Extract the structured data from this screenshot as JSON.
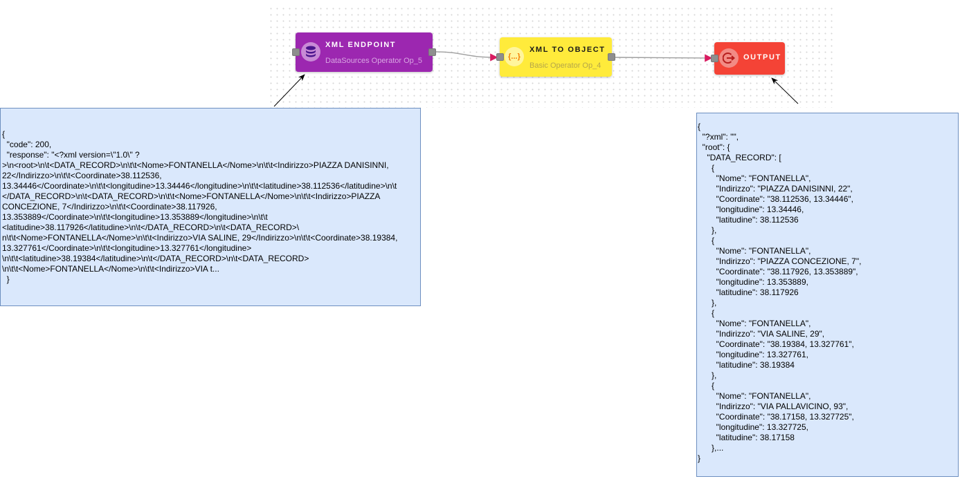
{
  "nodes": {
    "xml_endpoint": {
      "title": "XML ENDPOINT",
      "subtitle": "DataSources Operator Op_5",
      "icon": "database-icon",
      "color": "#9c27b0"
    },
    "xml_to_object": {
      "title": "XML TO OBJECT",
      "subtitle": "Basic Operator Op_4",
      "icon": "curly-braces-icon",
      "icon_text": "{...}",
      "color": "#ffeb3b"
    },
    "output": {
      "title": "OUTPUT",
      "icon": "output-exit-icon",
      "color": "#f44336"
    }
  },
  "edges": [
    {
      "from": "xml_endpoint",
      "to": "xml_to_object"
    },
    {
      "from": "xml_to_object",
      "to": "output"
    }
  ],
  "notes": {
    "endpoint_response": "{\n  \"code\": 200,\n  \"response\": \"<?xml version=\\\"1.0\\\" ?\n>\\n<root>\\n\\t<DATA_RECORD>\\n\\t\\t<Nome>FONTANELLA</Nome>\\n\\t\\t<Indirizzo>PIAZZA DANISINNI,\n22</Indirizzo>\\n\\t\\t<Coordinate>38.112536,\n13.34446</Coordinate>\\n\\t\\t<longitudine>13.34446</longitudine>\\n\\t\\t<latitudine>38.112536</latitudine>\\n\\t\n</DATA_RECORD>\\n\\t<DATA_RECORD>\\n\\t\\t<Nome>FONTANELLA</Nome>\\n\\t\\t<Indirizzo>PIAZZA\nCONCEZIONE, 7</Indirizzo>\\n\\t\\t<Coordinate>38.117926,\n13.353889</Coordinate>\\n\\t\\t<longitudine>13.353889</longitudine>\\n\\t\\t\n<latitudine>38.117926</latitudine>\\n\\t</DATA_RECORD>\\n\\t<DATA_RECORD>\\\nn\\t\\t<Nome>FONTANELLA</Nome>\\n\\t\\t<Indirizzo>VIA SALINE, 29</Indirizzo>\\n\\t\\t<Coordinate>38.19384,\n13.327761</Coordinate>\\n\\t\\t<longitudine>13.327761</longitudine>\n\\n\\t\\t<latitudine>38.19384</latitudine>\\n\\t</DATA_RECORD>\\n\\t<DATA_RECORD>\n\\n\\t\\t<Nome>FONTANELLA</Nome>\\n\\t\\t<Indirizzo>VIA t...\n  }",
    "output_result": "{\n  \"?xml\": \"\",\n  \"root\": {\n    \"DATA_RECORD\": [\n      {\n        \"Nome\": \"FONTANELLA\",\n        \"Indirizzo\": \"PIAZZA DANISINNI, 22\",\n        \"Coordinate\": \"38.112536, 13.34446\",\n        \"longitudine\": 13.34446,\n        \"latitudine\": 38.112536\n      },\n      {\n        \"Nome\": \"FONTANELLA\",\n        \"Indirizzo\": \"PIAZZA CONCEZIONE, 7\",\n        \"Coordinate\": \"38.117926, 13.353889\",\n        \"longitudine\": 13.353889,\n        \"latitudine\": 38.117926\n      },\n      {\n        \"Nome\": \"FONTANELLA\",\n        \"Indirizzo\": \"VIA SALINE, 29\",\n        \"Coordinate\": \"38.19384, 13.327761\",\n        \"longitudine\": 13.327761,\n        \"latitudine\": 38.19384\n      },\n      {\n        \"Nome\": \"FONTANELLA\",\n        \"Indirizzo\": \"VIA PALLAVICINO, 93\",\n        \"Coordinate\": \"38.17158, 13.327725\",\n        \"longitudine\": 13.327725,\n        \"latitudine\": 38.17158\n      },...\n}"
  },
  "colors": {
    "note_fill": "#dae8fc",
    "note_border": "#6c8ebf",
    "edge_arrow": "#d81b60",
    "port": "#8e8e8e"
  }
}
